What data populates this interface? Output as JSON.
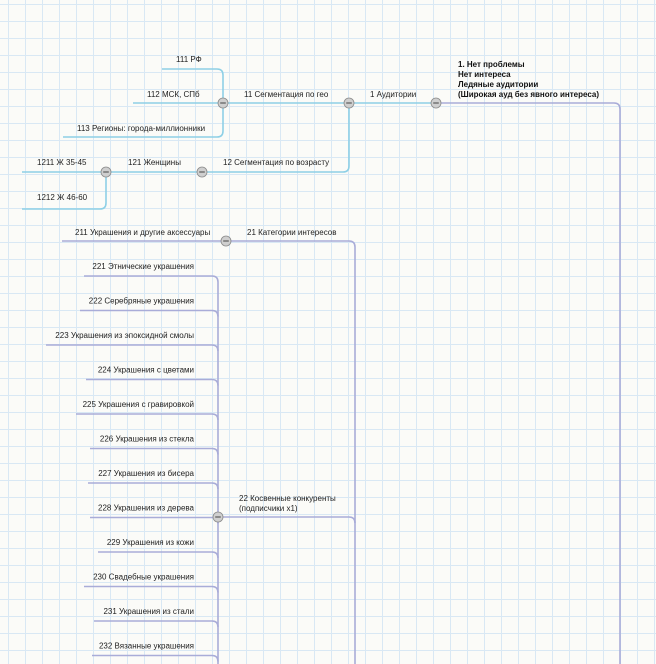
{
  "nodes": {
    "root": {
      "line1": "1. Нет проблемы",
      "line2": "Нет интереса",
      "line3": "Ледяные аудитории",
      "line4": "(Широкая ауд без явного интереса)"
    },
    "n1": "1 Аудитории",
    "n11": "11 Сегментация по гео",
    "n111": "111 РФ",
    "n112": "112 МСК, СПб",
    "n113": "113 Регионы: города-миллионники",
    "n12": "12 Сегментация по возрасту",
    "n121": "121 Женщины",
    "n1211": "1211 Ж 35-45",
    "n1212": "1212 Ж 46-60",
    "n21": "21 Категории интересов",
    "n211": "211 Украшения и другие аксессуары",
    "n22_line1": "22 Косвенные конкуренты",
    "n22_line2": "(подписчики х1)",
    "n22_children": [
      "221 Этнические украшения",
      "222 Серебряные украшения",
      "223 Украшения из эпоксидной смолы",
      "224 Украшения с цветами",
      "225 Украшения с гравировкой",
      "226 Украшения из стекла",
      "227 Украшения из бисера",
      "228 Украшения из дерева",
      "229 Украшения из кожи",
      "230 Свадебные украшения",
      "231 Украшения из стали",
      "232 Вязанные украшения"
    ]
  },
  "colors": {
    "edge_audience": "#8ed0e6",
    "edge_competitors": "#a9acd8",
    "grid": "#d9e8f4",
    "toggle": "#cfcfcf"
  }
}
